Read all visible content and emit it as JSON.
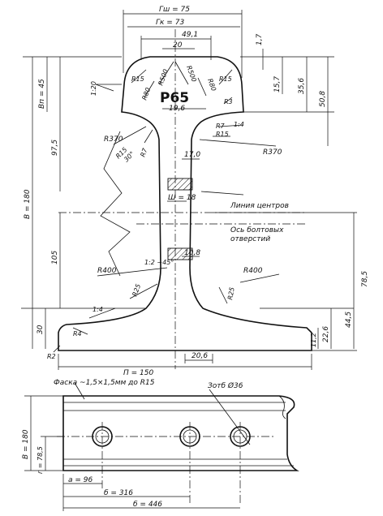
{
  "cross_section": {
    "title": "Р65",
    "dims": {
      "top_width_outer": "Гш = 75",
      "top_width_inner": "Гк = 73",
      "head_width": "49,1",
      "crown_flat": "20",
      "head_offset_small": "1,7",
      "head_height_small": "15,7",
      "head_height_mid": "35,6",
      "head_height_full": "50,8",
      "head_height_label": "Вп = 45",
      "head_slope": "1:20",
      "web_neck_width": "19,6",
      "r_head_side_left": "R15",
      "r_head_mid_left": "R80",
      "r_crown_left": "R500",
      "r_crown_right": "R500",
      "r_head_mid_right": "R80",
      "r_head_side_right": "R15",
      "r_neck": "R3",
      "r_fillet_right": "R7",
      "r_fillet_right2": "R15",
      "r_slope_right": "1:4",
      "r_web_left": "R370",
      "r_web_right": "R370",
      "r_fillet_left1": "R7",
      "r_fillet_left2": "R15",
      "angle_left": "30°",
      "web_width_top": "17,0",
      "web_thickness": "Ш = 18",
      "web_width_bottom": "10,8",
      "hole_slope": "1:2 ~45°",
      "center_line_label": "Линия центров",
      "bolt_axis_label_1": "Ось болтовых",
      "bolt_axis_label_2": "отверстий",
      "height_full": "В = 180",
      "height_upper": "97,5",
      "height_lower": "105",
      "height_right": "78,5",
      "height_base": "30",
      "r_base_left": "R400",
      "r_base_right": "R400",
      "r_foot_left": "R25",
      "r_foot_right": "R25",
      "foot_slope": "1:4",
      "r_toe": "R4",
      "r_edge": "R2",
      "foot_height_a": "44,5",
      "foot_height_b": "22,6",
      "foot_height_c": "11,2",
      "base_width": "П = 150",
      "base_half": "20,6"
    }
  },
  "side_view": {
    "chamfer_note": "Фаска ~1,5×1,5мм до R15",
    "hole_note": "Зотб Ø36",
    "height_label": "В = 180",
    "hole_height": "г = 78,5",
    "dim_a": "а = 96",
    "dim_b1": "б = 316",
    "dim_b2": "б = 446"
  }
}
